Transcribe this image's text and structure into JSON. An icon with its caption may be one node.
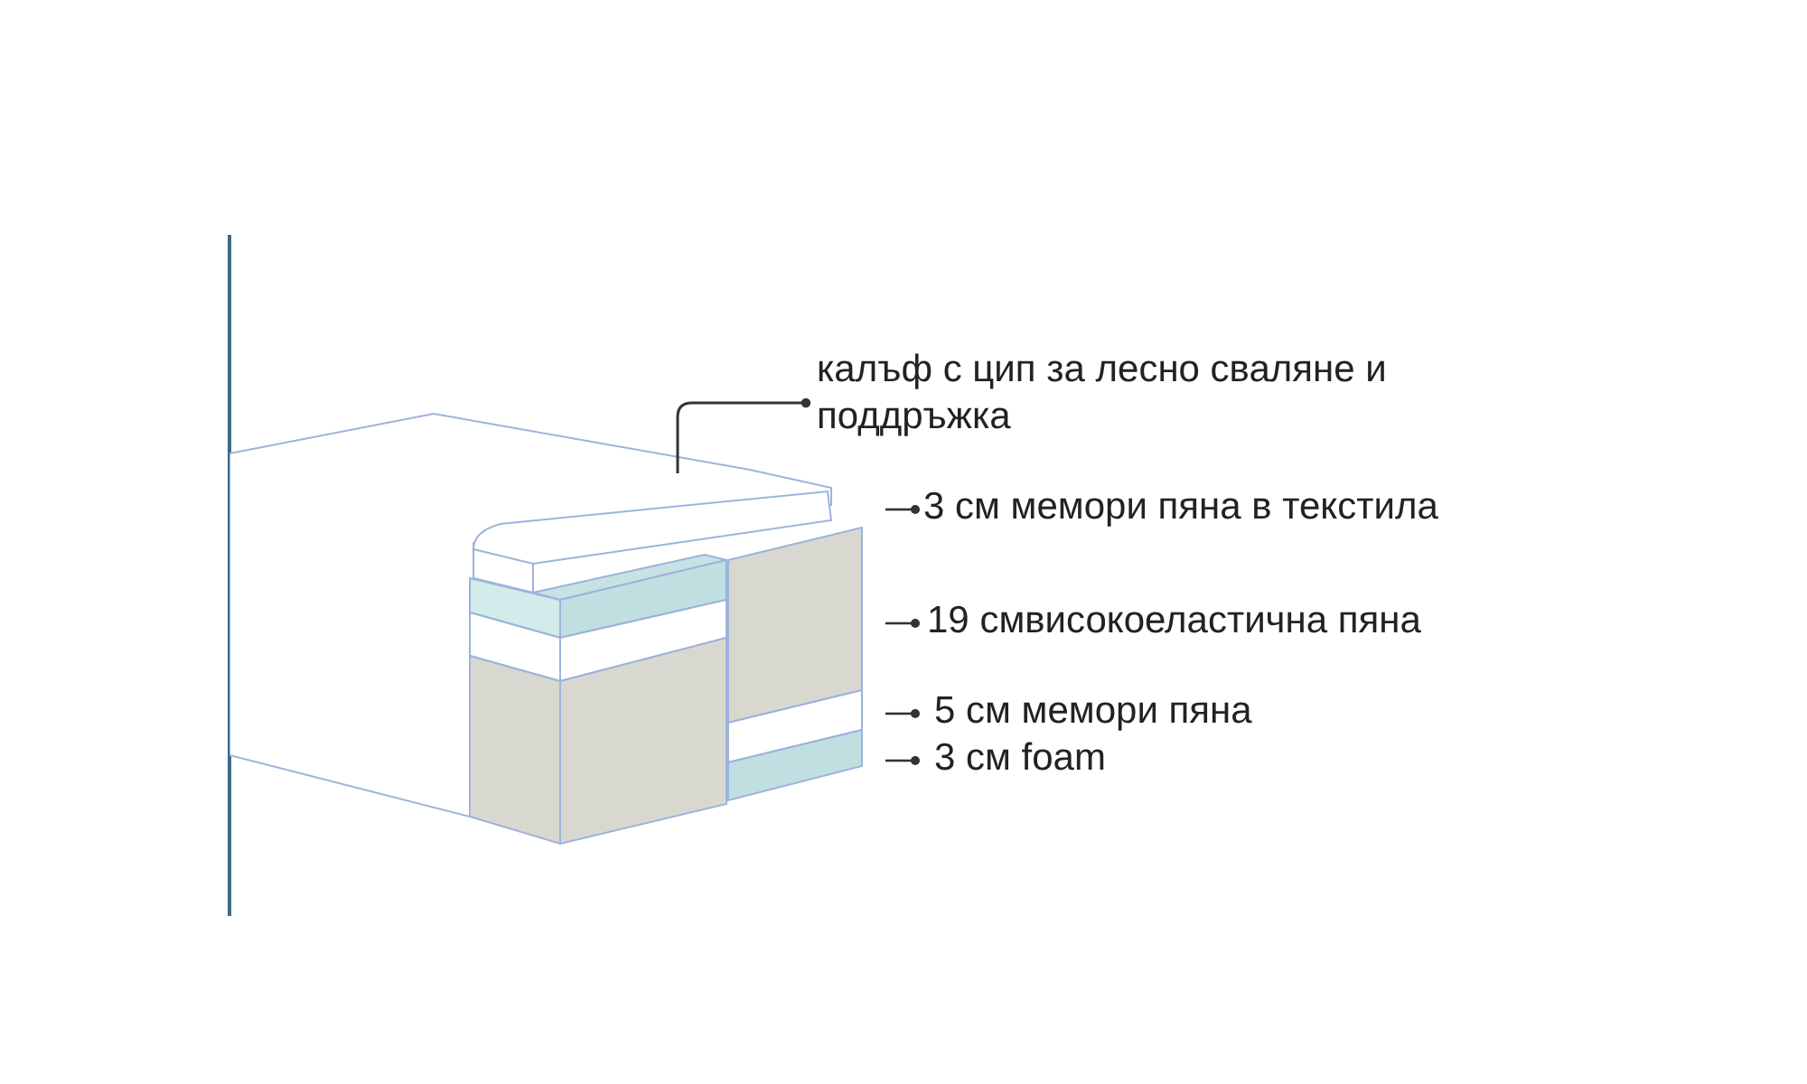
{
  "diagram": {
    "nodes": [
      {
        "text": [
          "калъф с цип за лесно сваляне и поддръжка"
        ]
      },
      {
        "text": [],
        "shape": "picture"
      }
    ],
    "edges": [
      {
        "from": 0,
        "to": 1,
        "arrow": "other"
      }
    ],
    "labels": [
      "3 см мемори пяна в текстила",
      "19 смвисокоеластична пяна",
      "5 см мемори пяна",
      "3 см foam"
    ]
  }
}
